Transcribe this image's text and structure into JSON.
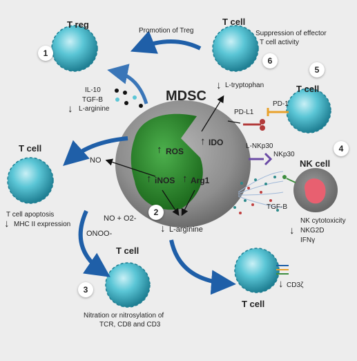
{
  "colors": {
    "background": "#ededed",
    "tcell": "#5bc6d6",
    "mdsc_outer": "#9a9a9a",
    "mdsc_inner": "#2e8b2e",
    "arrow_blue": "#1f5fa8",
    "nk_core": "#e86070"
  },
  "cells": {
    "treg": "T reg",
    "tcell_top": "T cell",
    "tcell_right": "T cell",
    "tcell_left": "T cell",
    "tcell_bottom_mid": "T cell",
    "tcell_bottom_right": "T cell",
    "nk": "NK cell",
    "mdsc": "MDSC"
  },
  "numbers": [
    "1",
    "2",
    "3",
    "4",
    "5",
    "6"
  ],
  "labels": {
    "promotion_treg": "Promotion of Treg",
    "suppression": [
      "Suppression of effector",
      "T cell activity"
    ],
    "il10": "IL-10",
    "tgfb": "TGF-B",
    "l_arginine_top": "L-arginine",
    "l_tryptophan": "L-tryptophan",
    "pdl1": "PD-L1",
    "pd1": "PD-1",
    "l_nkp30": "L-NKp30",
    "nkp30": "NKp30",
    "tgfb_right": "TGF-B",
    "no": "NO",
    "ros": "ROS",
    "ido": "IDO",
    "inos": "iNOS",
    "arg1": "Arg1",
    "no_o2": "NO + O2-",
    "onoo": "ONOO-",
    "l_arginine_mid": "L-arginine",
    "apoptosis": "T cell apoptosis",
    "mhc": "MHC II expression",
    "nitration": [
      "Nitration or nitrosylation of",
      "TCR, CD8 and CD3"
    ],
    "nk_effects": [
      "NK cytotoxicity",
      "NKG2D",
      "IFNγ"
    ],
    "cd3z": "CD3ζ",
    "down_arrow": "↓",
    "up_arrow": "↑"
  }
}
